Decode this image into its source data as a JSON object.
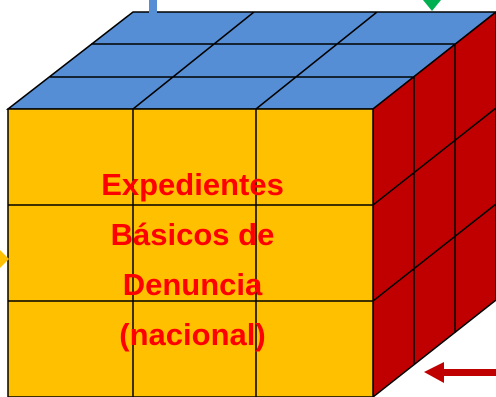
{
  "diagram": {
    "label_lines": [
      "Expedientes",
      "Básicos de",
      "Denuncia",
      "(nacional)"
    ]
  },
  "colors": {
    "front_face": "#ffc000",
    "top_face": "#558ed5",
    "side_face": "#c00000",
    "edge": "#000000",
    "label_text": "#ff0000",
    "arrow_top": "#558ed5",
    "arrow_top_right": "#00b050",
    "arrow_left": "#ffc000",
    "arrow_bottom_right": "#c00000"
  }
}
